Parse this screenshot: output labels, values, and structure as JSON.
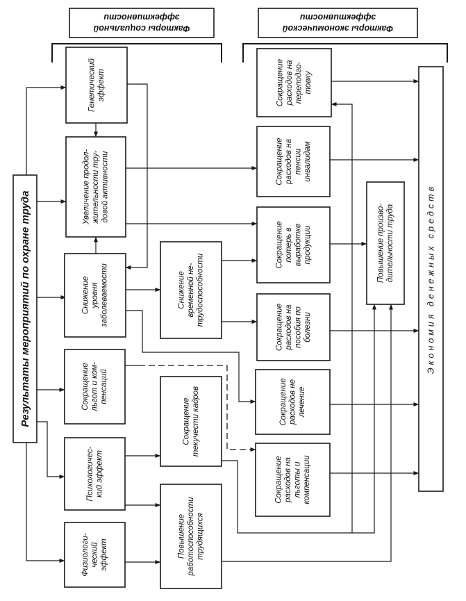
{
  "title": "Результаты мероприятий по охране труда",
  "headers": {
    "social": [
      "Факторы социальной",
      "эффективности"
    ],
    "economic": [
      "Факторы экономической",
      "эффективности"
    ]
  },
  "social_boxes": {
    "genetic": [
      "Генетический",
      "эффект"
    ],
    "longevity": [
      "Увеличение продол-",
      "жительности тру-",
      "довой активности"
    ],
    "morbidity": [
      "Снижение",
      "уровня",
      "заболеваемости"
    ],
    "benefits_cut": [
      "Сокращение",
      "льгот и ком-",
      "пенсаций"
    ],
    "psychological": [
      "Психологичес-",
      "кий эффект"
    ],
    "physiological": [
      "Физиологи-",
      "ческий",
      "эффект"
    ],
    "temp_disability": [
      "Снижение",
      "временной не-",
      "трудоспособности"
    ],
    "turnover": [
      "Сокращение",
      "текучести кадров"
    ],
    "work_capacity": [
      "Повышение",
      "работоспособности",
      "трудящихся"
    ]
  },
  "economic_boxes": {
    "retraining": [
      "Сокращение",
      "расходов на",
      "переподго-",
      "товку"
    ],
    "pensions": [
      "Сокращение",
      "расходов на",
      "пенсии",
      "инвалидам"
    ],
    "output_losses": [
      "Сокращение",
      "потерь в",
      "выработке",
      "продукции"
    ],
    "sick_pay": [
      "Сокращение",
      "расходов на",
      "пособия по",
      "болезни"
    ],
    "treatment": [
      "Сокращение",
      "расходов не",
      "лечение"
    ],
    "compensation": [
      "Сокращение",
      "расходов на",
      "льготы и",
      "компенсации"
    ],
    "productivity": [
      "Повышение произво-",
      "дительности труда"
    ]
  },
  "savings": "Экономия денежных средств"
}
